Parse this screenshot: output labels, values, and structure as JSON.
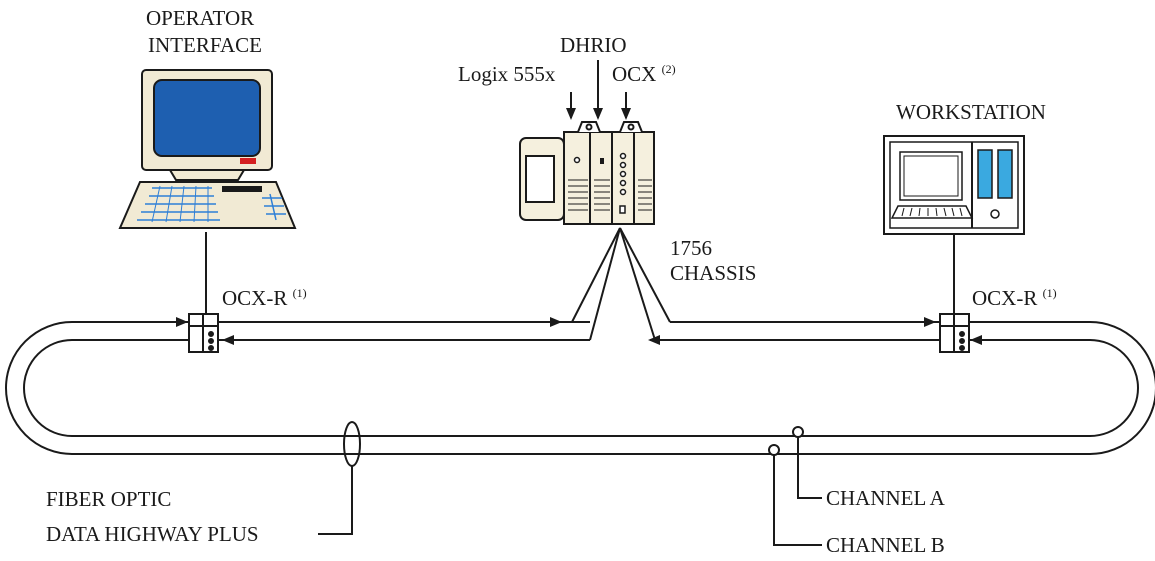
{
  "labels": {
    "operator_line1": "OPERATOR",
    "operator_line2": "INTERFACE",
    "dhrio": "DHRIO",
    "logix": "Logix 555x",
    "ocx": "OCX",
    "ocx_note": "(2)",
    "workstation": "WORKSTATION",
    "chassis_line1": "1756",
    "chassis_line2": "CHASSIS",
    "ocxr_left": "OCX-R",
    "ocxr_left_note": "(1)",
    "ocxr_right": "OCX-R",
    "ocxr_right_note": "(1)",
    "fiber_line1": "FIBER OPTIC",
    "fiber_line2": "DATA HIGHWAY PLUS",
    "channel_a": "CHANNEL A",
    "channel_b": "CHANNEL B"
  },
  "colors": {
    "line": "#1a1a1a",
    "screen": "#1e5fb0",
    "monitor_body": "#f1ead4",
    "keyboard_keys": "#2e7fd6",
    "chassis_body": "#f5f0de",
    "workstation_panel": "#3aa9e0",
    "indicator_red": "#d42020"
  },
  "icons": [
    "computer-icon",
    "plc-chassis-icon",
    "workstation-icon",
    "ocx-r-connector-icon"
  ]
}
